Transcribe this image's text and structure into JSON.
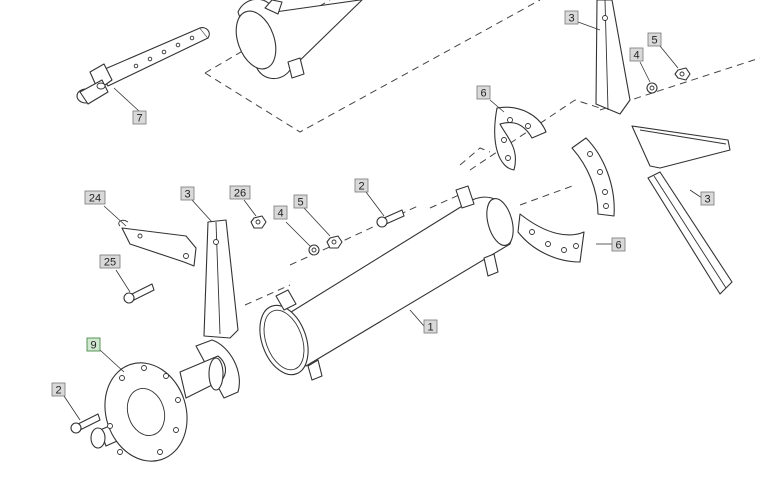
{
  "diagram": {
    "callouts": [
      {
        "id": "c7",
        "label": "7"
      },
      {
        "id": "c3a",
        "label": "3"
      },
      {
        "id": "c4a",
        "label": "4"
      },
      {
        "id": "c5a",
        "label": "5"
      },
      {
        "id": "c6a",
        "label": "6"
      },
      {
        "id": "c24",
        "label": "24"
      },
      {
        "id": "c3b",
        "label": "3"
      },
      {
        "id": "c26",
        "label": "26"
      },
      {
        "id": "c5b",
        "label": "5"
      },
      {
        "id": "c2a",
        "label": "2"
      },
      {
        "id": "c4b",
        "label": "4"
      },
      {
        "id": "c25",
        "label": "25"
      },
      {
        "id": "c1",
        "label": "1"
      },
      {
        "id": "c6b",
        "label": "6"
      },
      {
        "id": "c3c",
        "label": "3"
      },
      {
        "id": "c9",
        "label": "9"
      },
      {
        "id": "c2b",
        "label": "2"
      }
    ],
    "colors": {
      "line": "#333333",
      "tag_fill": "#d9d9d9",
      "tag_highlight": "#cfe8cf"
    }
  }
}
